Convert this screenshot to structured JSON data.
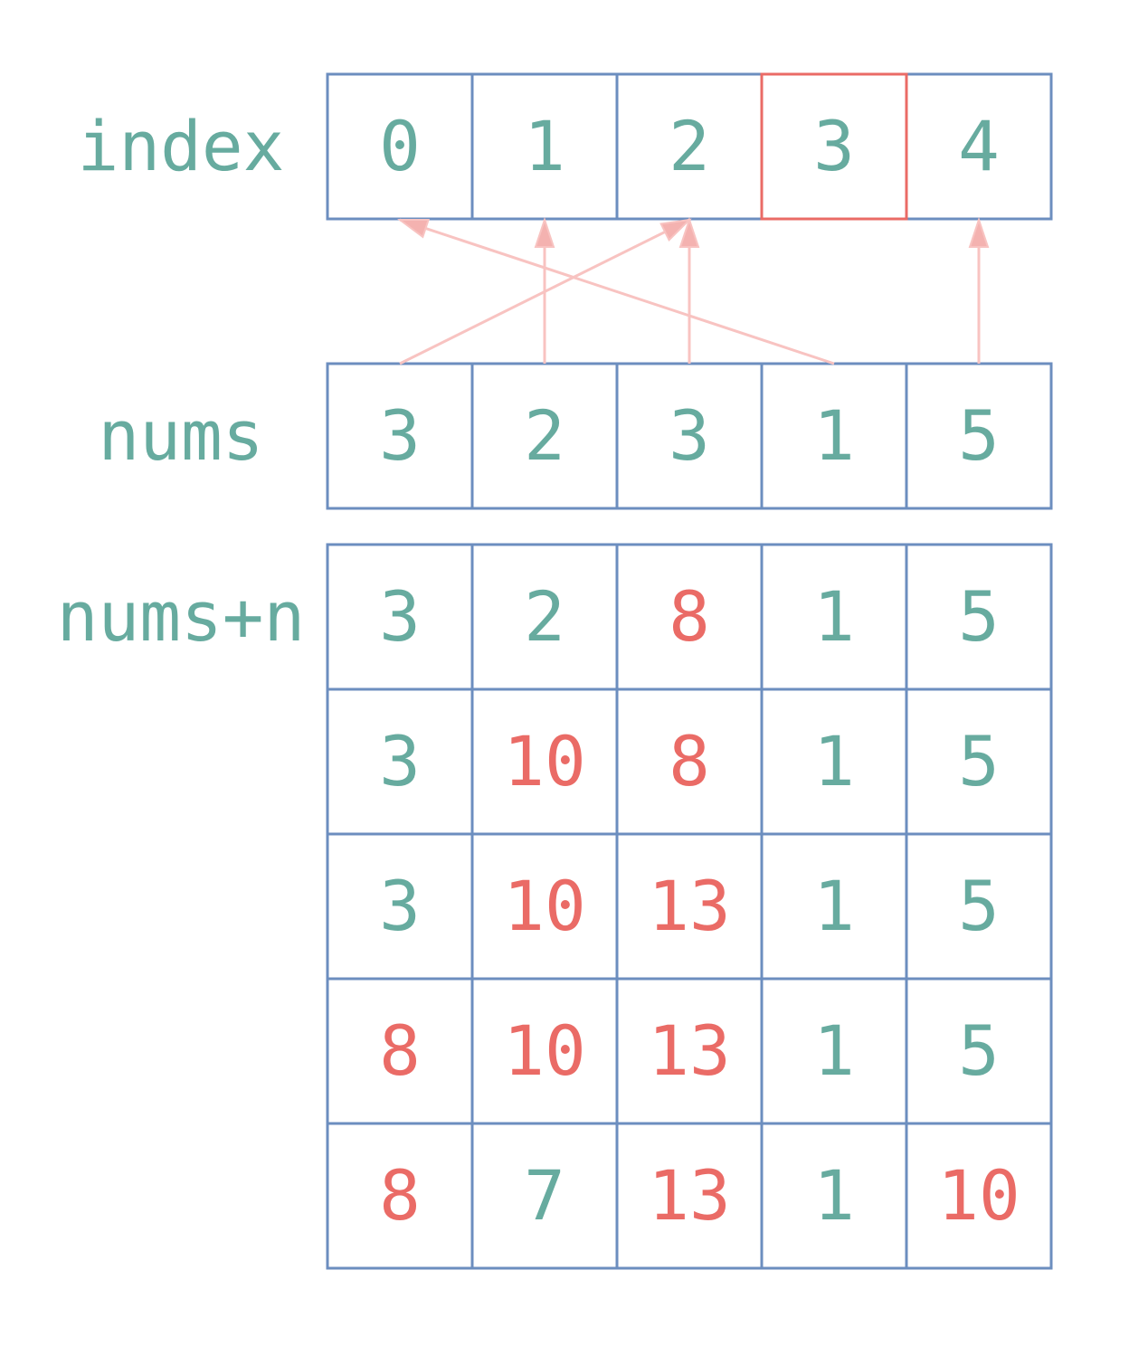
{
  "colors": {
    "grid": "#6c8ebf",
    "text_normal": "#67ab9f",
    "text_changed": "#ea6b66",
    "highlight_border": "#ea6b66",
    "arrow": "#f8c3c1"
  },
  "index_row": {
    "label": "index",
    "values": [
      "0",
      "1",
      "2",
      "3",
      "4"
    ],
    "highlight_index": 3
  },
  "nums_row": {
    "label": "nums",
    "values": [
      "3",
      "2",
      "3",
      "1",
      "5"
    ]
  },
  "arrows": [
    {
      "from": 0,
      "to": 2
    },
    {
      "from": 1,
      "to": 1
    },
    {
      "from": 2,
      "to": 2
    },
    {
      "from": 3,
      "to": 0
    },
    {
      "from": 4,
      "to": 4
    }
  ],
  "steps": {
    "label": "nums+n",
    "rows": [
      {
        "values": [
          "3",
          "2",
          "8",
          "1",
          "5"
        ],
        "changed": [
          false,
          false,
          true,
          false,
          false
        ]
      },
      {
        "values": [
          "3",
          "10",
          "8",
          "1",
          "5"
        ],
        "changed": [
          false,
          true,
          true,
          false,
          false
        ]
      },
      {
        "values": [
          "3",
          "10",
          "13",
          "1",
          "5"
        ],
        "changed": [
          false,
          true,
          true,
          false,
          false
        ]
      },
      {
        "values": [
          "8",
          "10",
          "13",
          "1",
          "5"
        ],
        "changed": [
          true,
          true,
          true,
          false,
          false
        ]
      },
      {
        "values": [
          "8",
          "7",
          "13",
          "1",
          "10"
        ],
        "changed": [
          true,
          false,
          true,
          false,
          true
        ]
      }
    ]
  }
}
